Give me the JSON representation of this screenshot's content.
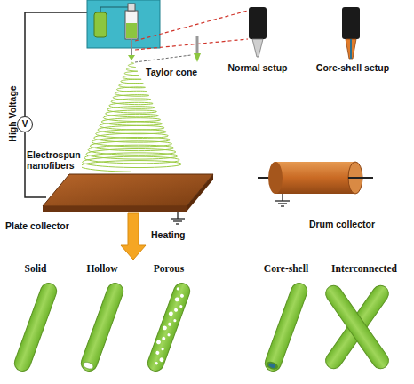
{
  "diagram": {
    "nodes": [
      {
        "text": [
          "V"
        ]
      }
    ],
    "labels": [
      "High Voltage",
      "Electrospun nanofibers",
      "Taylor cone",
      "Normal setup",
      "Core-shell setup",
      "Plate collector",
      "Heating",
      "Drum collector",
      "Solid",
      "Hollow",
      "Porous",
      "Core-shell",
      "Interconnected"
    ]
  }
}
